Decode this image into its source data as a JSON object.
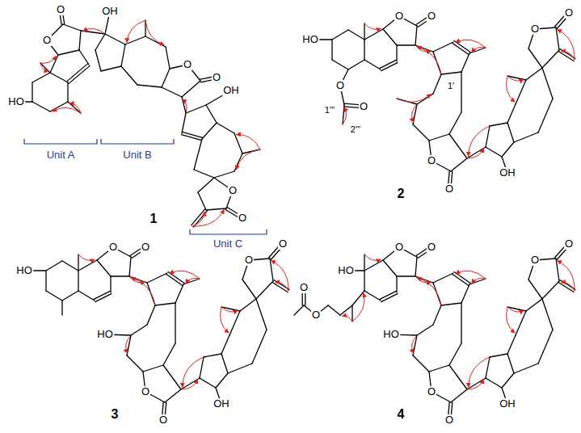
{
  "diagram": {
    "labels": [
      "O",
      "O",
      "HO",
      "OH",
      "O",
      "O",
      "OH",
      "O",
      "O",
      "Unit A",
      "Unit B",
      "Unit C",
      "1",
      "HO",
      "O",
      "O",
      "O",
      "O",
      "1'''",
      "2'''",
      "1'",
      "O",
      "O",
      "OH",
      "O",
      "O",
      "2",
      "HO",
      "O",
      "O",
      "HO",
      "O",
      "O",
      "OH",
      "O",
      "O",
      "3",
      "O",
      "O",
      "HO",
      "O",
      "O",
      "HO",
      "O",
      "O",
      "OH",
      "O",
      "O",
      "4"
    ]
  }
}
